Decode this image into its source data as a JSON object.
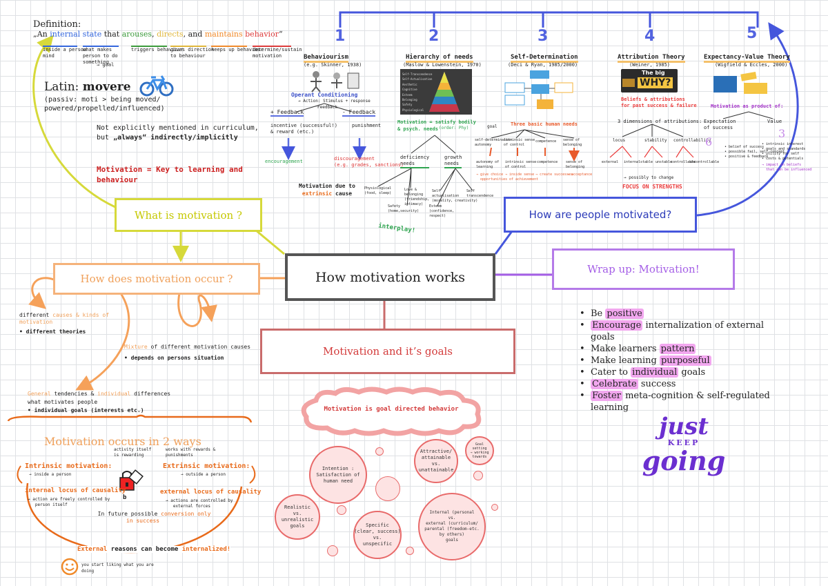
{
  "center": {
    "title": "How motivation works"
  },
  "what": {
    "title": "What is motivation ?",
    "definition_label": "Definition:",
    "def_open": "„An ",
    "def_internal": "internal state",
    "def_that": " that ",
    "def_arouses": "arouses",
    "def_comma": ", ",
    "def_directs": "directs",
    "def_and": ", and ",
    "def_maintains": "maintains",
    "def_space": " ",
    "def_behavior": "behavior",
    "def_close": "“",
    "notes": [
      "inside a person\nmind",
      "what makes\nperson to do\nsomething",
      "→ goal",
      "triggers behaviour",
      "gives direction\nto behaviour",
      "keeps up behaviour",
      "determine/sustain\nmotivation"
    ],
    "latin_prefix": "Latin: ",
    "latin_word": "movere",
    "latin_gloss": "(passiv: moti > being moved/\npowered/propelled/influenced)",
    "curriculum_line1": "Not explicitly mentioned in curriculum,",
    "curriculum_line2_prefix": "but ",
    "curriculum_line2_bold": "„always“ indirectly/implicitly",
    "key_line": "Motivation = Key to learning and behaviour"
  },
  "occur": {
    "title": "How does motivation occur ?",
    "causes_prefix": "different ",
    "causes_hl": "causes & kinds of motivation",
    "causes_note": "• different theories",
    "mixture_hl": "Mixture",
    "mixture_rest": " of different motivation causes",
    "mixture_note": "• depends on persons situation",
    "general_hl": "General",
    "general_mid": " tendencies & ",
    "individual_hl": "individual",
    "general_end": " differences",
    "what_motivates": "what motivates people",
    "goals_note": "• individual goals (interests etc.)",
    "two_ways": "Motivation occurs in 2 ways",
    "intrinsic_title": "Intrinsic motivation:",
    "intrinsic_note": "→ inside a person",
    "activity_note": "activity itself\nis rewarding",
    "works_note": "works with rewards &\npunishments",
    "extrinsic_title": "Extrinsic motivation:",
    "extrinsic_note": "→ outside a person",
    "internal_locus": "internal locus of causality",
    "internal_locus_note": "→ action are freely controlled by\n   person itself",
    "external_locus": "external locus of causality",
    "external_locus_note": "→ actions are controlled by\n   external forces",
    "future_prefix": "In future possible ",
    "future_hl": "conversion only\nin success",
    "arrow_label": "b",
    "external_line_a": "External",
    "external_line_b": " reasons can become ",
    "external_line_c": "internalized!",
    "smile_note": "you start liking what you are\ndoing"
  },
  "how": {
    "title": "How are people motivated?",
    "numbers": [
      "1",
      "2",
      "3",
      "4",
      "5"
    ],
    "beh": {
      "title": "Behaviourism",
      "cite": "(e.g. Skinner, 1938)",
      "op": "Operant Conditioning",
      "op_sub": "→ Action: Stimulus + response",
      "feedback": "Feedback",
      "plus": "+ Feedback",
      "minus": "- Feedback",
      "incentive": "incentive (successful!)\n& reward (etc.)",
      "punishment": "punishment",
      "encouragement": "encouragement",
      "discouragement": "discouragement\n(e.g. grades, sanctions)",
      "due_prefix": "Motivation due to",
      "due_extrinsic": "extrinsic",
      "due_cause": " cause"
    },
    "maslow": {
      "title": "Hierarchy of needs",
      "cite": "(Maslow & Lowenstein, 1970)",
      "sub": "Motivation = satisfy bodily\n& psych. needs",
      "order": "(order: Phy)",
      "deficiency": "deficiency\nneeds",
      "growth": "growth\nneeds",
      "leaves": [
        "Physiological\n(food, sleep)",
        "Safety\n(home,security)",
        "Love &\nbelonging\n(friendship,\nintimacy)",
        "Esteem\n(confidence,\nrespect)",
        "Self\nactualisation\n(morality, creativity)",
        "Self\ntranscendence"
      ],
      "stage_labels": [
        "Self-Transcendence",
        "Self-Actualisation",
        "Aesthetic",
        "Cognitive",
        "Esteem",
        "Belonging",
        "Safety",
        "Physiological"
      ],
      "interplay": "interplay!"
    },
    "sdt": {
      "title": "Self-Determination",
      "cite": "(Deci & Ryan, 1985/2000)",
      "needs": "Three basic human needs",
      "goal": "goal",
      "items": [
        "self-determination\nautonomy",
        "intrinsic sense\nof control",
        "competence",
        "sense of\nbelonging"
      ],
      "sub_items": [
        "autonomy of\nlearning",
        "intrinsic sense\nof control",
        "competence",
        "sense of\nbelonging"
      ],
      "bottom": [
        "→ give choice\n  opportunities",
        "→ inside sense\n  of achievement",
        "→ create successes",
        "→ acceptance"
      ]
    },
    "attr": {
      "title": "Attribution Theory",
      "cite": "(Weiner, 1985)",
      "sign_big": "The big",
      "sign_why": "WHY?",
      "beliefs": "Beliefs & attributions\nfor past success & failure",
      "dims": "3 dimensions of attributions:",
      "dim_labels": [
        "locus",
        "stability",
        "controllability"
      ],
      "leaves": [
        "external",
        "internal",
        "stable",
        "unstable",
        "controllable",
        "uncontrollable"
      ],
      "bottom": "→ possibly to change",
      "focus": "FOCUS ON STRENGTHS"
    },
    "ev": {
      "title": "Expectancy-Value Theory",
      "cite": "(Wigfield & Eccles, 2000)",
      "product": "Motivation as product of:",
      "expectation": "Expectation\nof success",
      "value": "Value",
      "exp_items": "• belief of success\n• possible fail, self-concept\n• positive & feedback",
      "value_items": "• intrinsic interest\n• goals and standards\n• utility for self\n• costs & potentials",
      "value_note": "→ impact on beliefs\n  that can be influenced"
    }
  },
  "wrapup": {
    "title": "Wrap up: Motivation!",
    "items": [
      {
        "pre": "Be ",
        "hl": "positive",
        "post": ""
      },
      {
        "pre": "",
        "hl": "Encourage",
        "post": " internalization of external goals"
      },
      {
        "pre": "Make learners ",
        "hl": "pattern",
        "post": ""
      },
      {
        "pre": "Make learning ",
        "hl": "purposeful",
        "post": ""
      },
      {
        "pre": "Cater to ",
        "hl": "individual",
        "post": " goals"
      },
      {
        "pre": "",
        "hl": "Celebrate",
        "post": " success"
      },
      {
        "pre": "",
        "hl": "Foster",
        "post": " meta-cognition & self-regulated learning"
      }
    ],
    "sticker": [
      "just",
      "KEEP",
      "going"
    ]
  },
  "goals": {
    "title": "Motivation and it’s goals",
    "cloud": "Motivation is goal directed behavior",
    "bubbles": [
      "Intention :\nSatisfaction of\nhuman need",
      "Attractive/\nattainable\nvs.\nunattainable",
      "Goal\nsetting\n→ working\ntowards",
      "Realistic\nvs.\nunrealistic\ngoals",
      "Specific\n(clear, success)\nvs.\nunspecific",
      "Internal (personal\nvs.\nexternal (curriculum/\nparental (freedom-etc.\nby others)\ngoals"
    ]
  },
  "colors": {
    "what": "#d6d93a",
    "occur": "#f5a15a",
    "how": "#4556dc",
    "wrap": "#a45ee6",
    "goals": "#c96b6b",
    "center": "#555555"
  }
}
